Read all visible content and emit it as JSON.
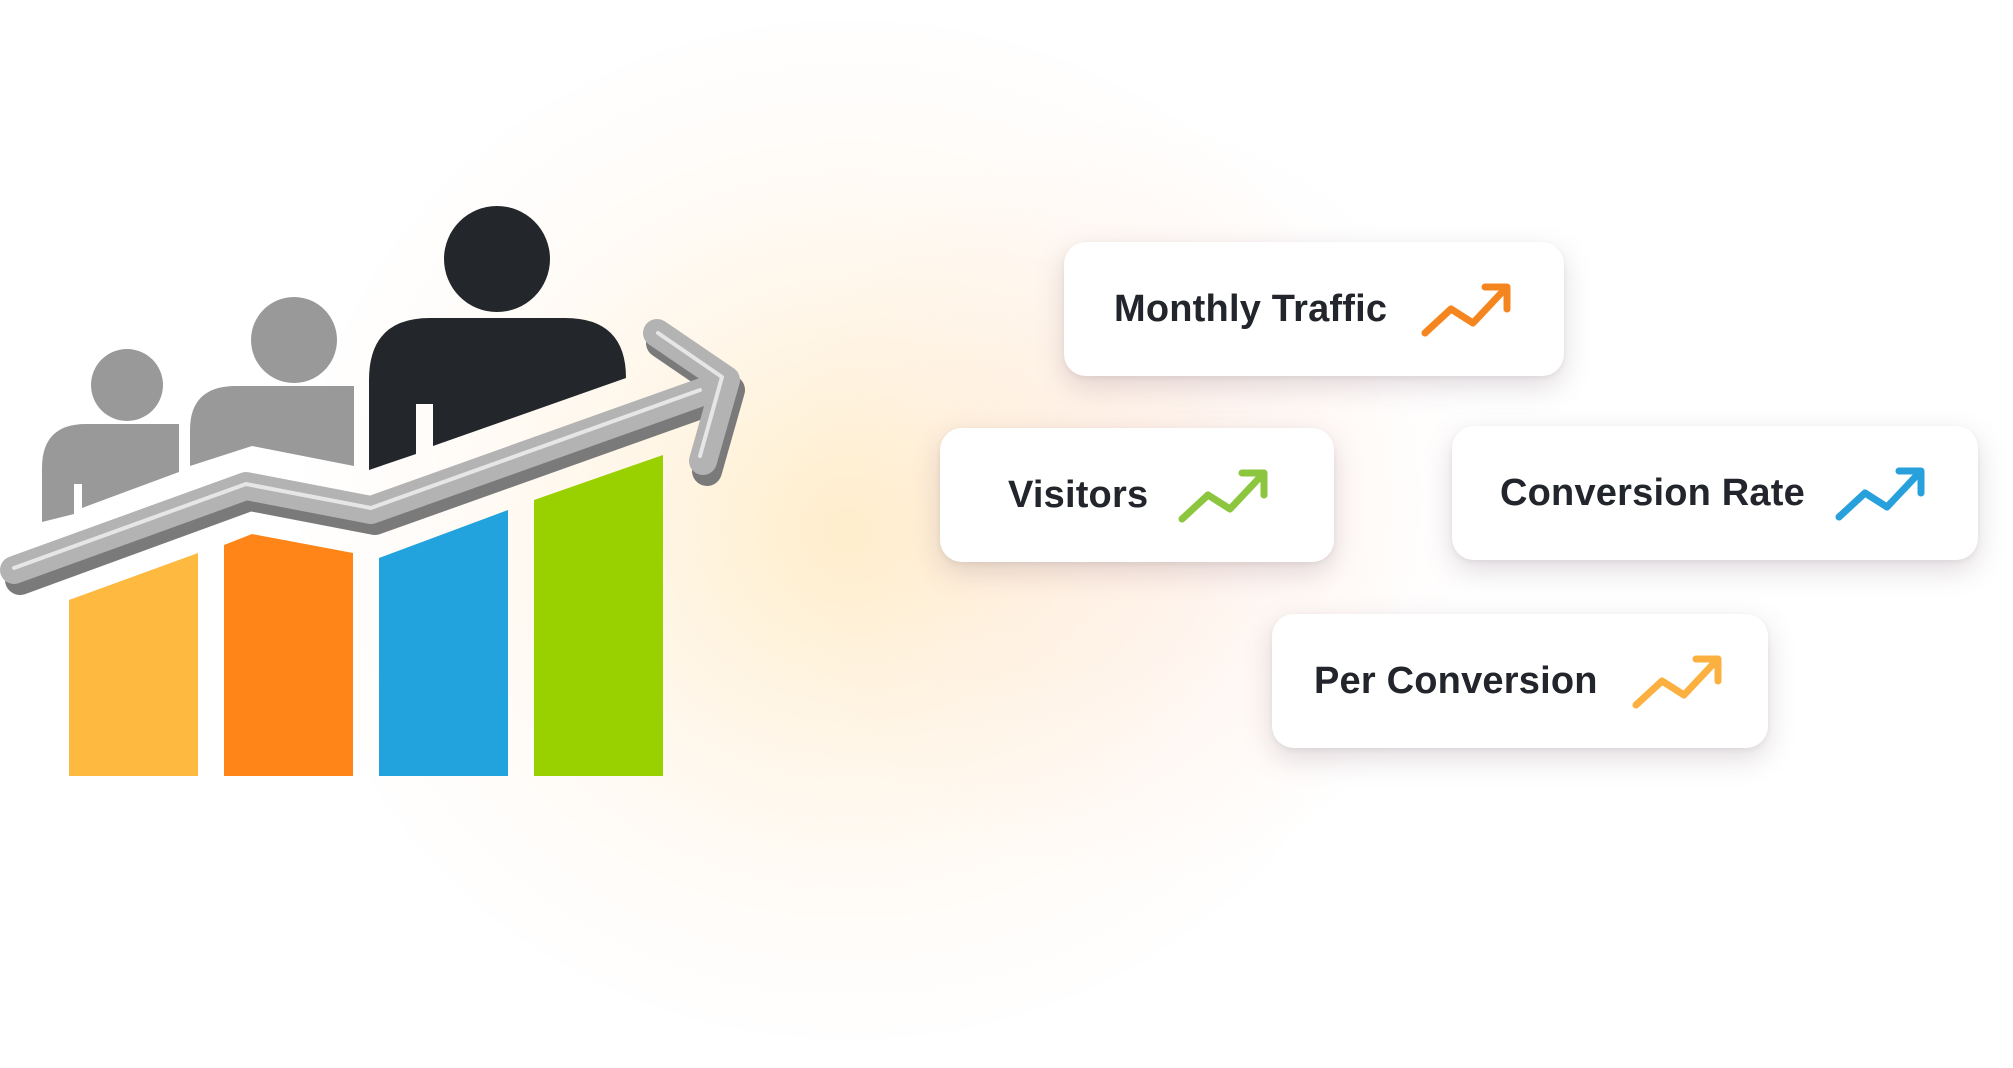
{
  "cards": [
    {
      "label": "Monthly Traffic",
      "icon": "trend-up-icon",
      "color": "#F5861F"
    },
    {
      "label": "Visitors",
      "icon": "trend-up-icon",
      "color": "#8CC63F"
    },
    {
      "label": "Conversion Rate",
      "icon": "trend-up-icon",
      "color": "#27A0DB"
    },
    {
      "label": "Per Conversion",
      "icon": "trend-up-icon",
      "color": "#FBB040"
    }
  ],
  "illustration": {
    "icon": "audience-growth-icon",
    "people_colors": [
      "#999999",
      "#999999",
      "#23262A"
    ],
    "bar_colors": [
      "#FDB940",
      "#FF8519",
      "#22A3DD",
      "#99D100"
    ],
    "arrow_color": "#B3B3B3"
  }
}
